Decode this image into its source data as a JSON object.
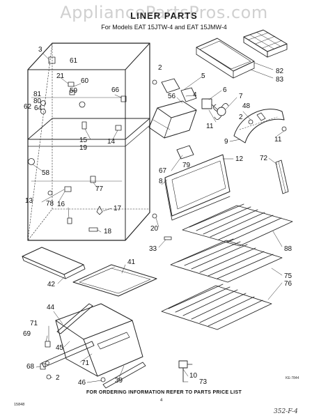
{
  "watermark": "AppliancePartsPros.com",
  "title": "LINER PARTS",
  "subtitle": "For Models EAT 15JTW-4 and EAT 15JMW-4",
  "footer_note": "FOR ORDERING INFORMATION REFER TO PARTS PRICE LIST",
  "corner_ref": "15848",
  "page_number": "4",
  "handwritten_stamp": "352-F-4",
  "drawing_code": "KE-7844",
  "callouts": {
    "c3": "3",
    "c2a": "2",
    "c61": "61",
    "c21": "21",
    "c60": "60",
    "c59": "59",
    "c81": "81",
    "c80": "80",
    "c62": "62",
    "c64": "64",
    "c66": "66",
    "c15": "15",
    "c19": "19",
    "c14": "14",
    "c58": "58",
    "c77": "77",
    "c13": "13",
    "c78": "78",
    "c16": "16",
    "c17": "17",
    "c18": "18",
    "c5": "5",
    "c56": "56",
    "c4": "4",
    "c6": "6",
    "c7": "7",
    "c48": "48",
    "c11a": "11",
    "c2b": "2",
    "c9": "9",
    "c11b": "11",
    "c82": "82",
    "c83": "83",
    "c67": "67",
    "c79": "79",
    "c12": "12",
    "c72": "72",
    "c8": "8",
    "c20": "20",
    "c33": "33",
    "c88": "88",
    "c75": "75",
    "c76": "76",
    "c41": "41",
    "c42": "42",
    "c44": "44",
    "c71a": "71",
    "c69": "69",
    "c45": "45",
    "c71b": "71",
    "c68": "68",
    "c2c": "2",
    "c46": "46",
    "c39": "39",
    "c10": "10",
    "c73": "73"
  }
}
